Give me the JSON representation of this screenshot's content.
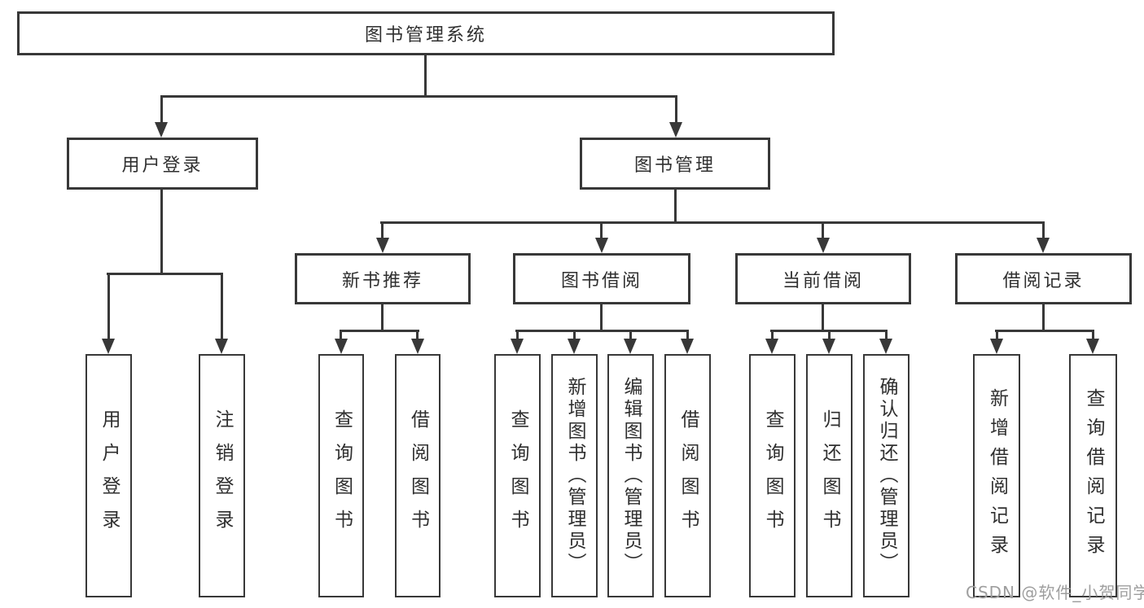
{
  "tree": {
    "root": {
      "label": "图书管理系统",
      "children": [
        {
          "label": "用户登录",
          "children": [
            {
              "label": "用户登录"
            },
            {
              "label": "注销登录"
            }
          ]
        },
        {
          "label": "图书管理",
          "children": [
            {
              "label": "新书推荐",
              "children": [
                {
                  "label": "查询图书"
                },
                {
                  "label": "借阅图书"
                }
              ]
            },
            {
              "label": "图书借阅",
              "children": [
                {
                  "label": "查询图书"
                },
                {
                  "label": "新增图书（管理员）"
                },
                {
                  "label": "编辑图书（管理员）"
                },
                {
                  "label": "借阅图书"
                }
              ]
            },
            {
              "label": "当前借阅",
              "children": [
                {
                  "label": "查询图书"
                },
                {
                  "label": "归还图书"
                },
                {
                  "label": "确认归还（管理员）"
                }
              ]
            },
            {
              "label": "借阅记录",
              "children": [
                {
                  "label": "新增借阅记录"
                },
                {
                  "label": "查询借阅记录"
                }
              ]
            }
          ]
        }
      ]
    }
  },
  "watermark": {
    "text": "CSDN @软件_小贺同学"
  },
  "colors": {
    "line": "#383838",
    "box_border": "#383838",
    "text": "#2f2f2f",
    "watermark": "#9e9e9e",
    "background": "#ffffff"
  }
}
